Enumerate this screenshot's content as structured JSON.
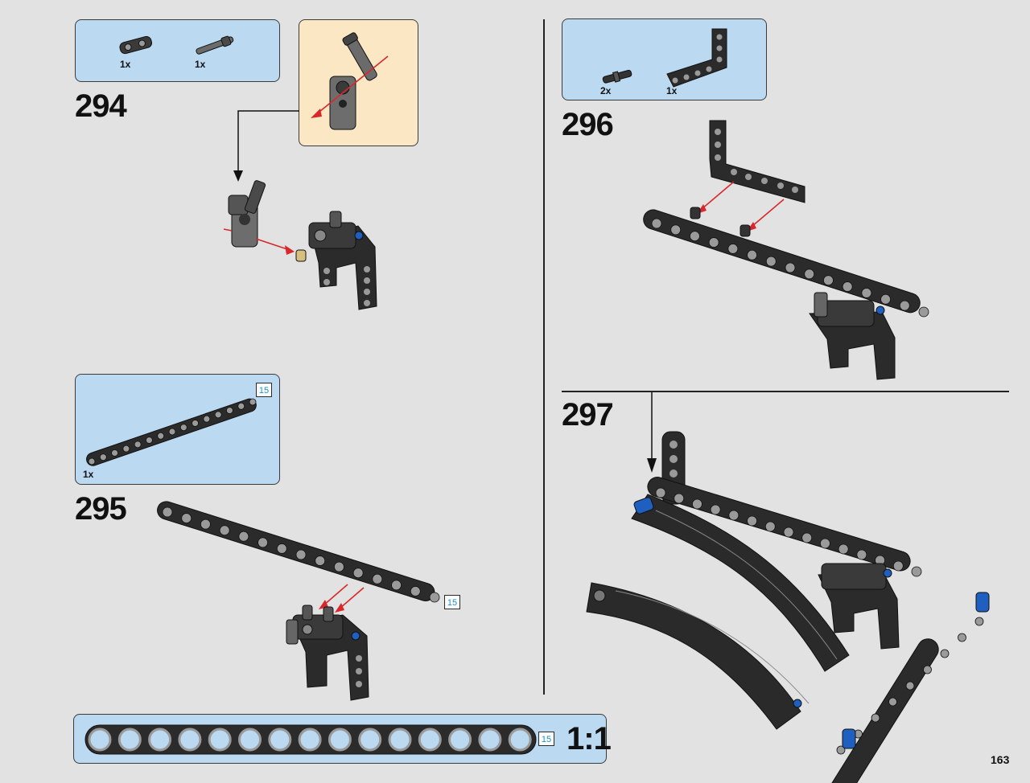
{
  "page": {
    "number": "163"
  },
  "steps": [
    {
      "number": "294",
      "parts": [
        {
          "qty": "1x",
          "icon": "connector-block-icon"
        },
        {
          "qty": "1x",
          "icon": "axle-pin-icon"
        }
      ]
    },
    {
      "number": "295",
      "parts": [
        {
          "qty": "1x",
          "icon": "beam-15-icon"
        }
      ],
      "length_tag": "15",
      "model_length_tag": "15"
    },
    {
      "number": "296",
      "parts": [
        {
          "qty": "2x",
          "icon": "friction-pin-icon"
        },
        {
          "qty": "1x",
          "icon": "l-beam-icon"
        }
      ]
    },
    {
      "number": "297"
    }
  ],
  "ruler": {
    "length_tag": "15",
    "scale": "1:1"
  },
  "colors": {
    "parts_bg": "#bcd9f2",
    "callout_bg": "#fbe7c4",
    "arrow": "#d8282b",
    "part_black": "#2b2b2b",
    "pin_blue": "#1f5fbf"
  }
}
